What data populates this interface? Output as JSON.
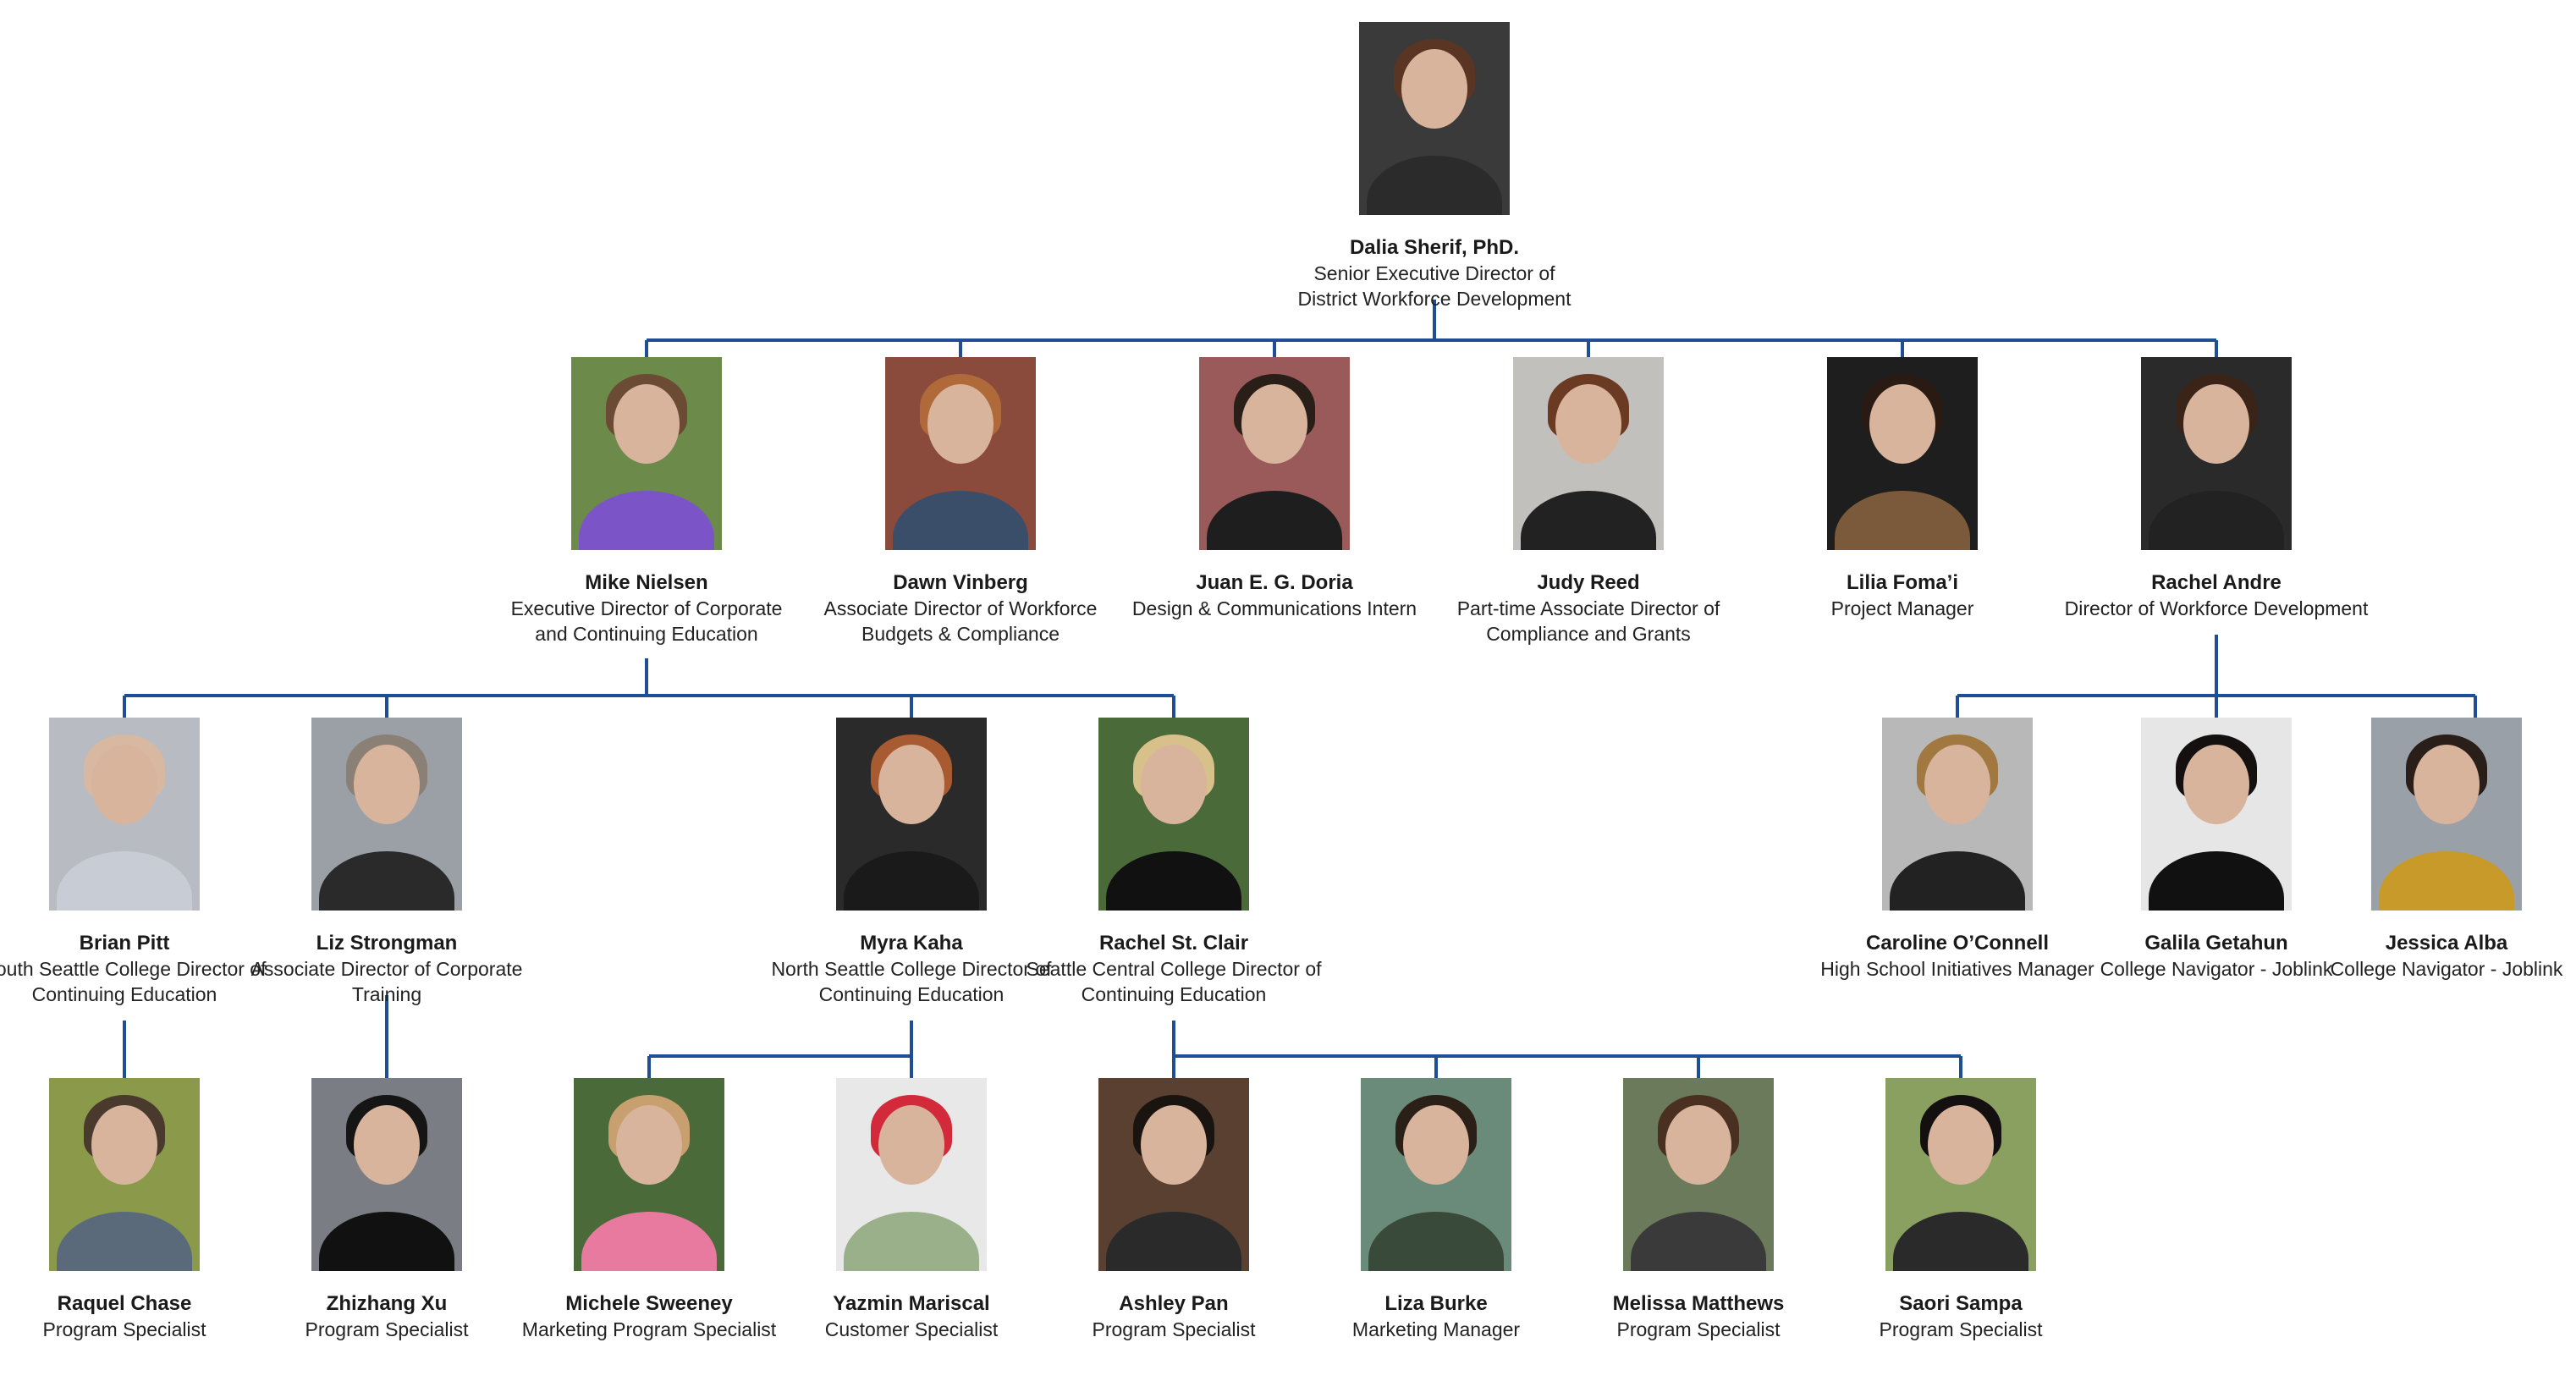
{
  "colors": {
    "connector": "#1f4e96",
    "text": "#1a1a1a"
  },
  "people": {
    "dalia": {
      "name": "Dalia Sherif, PhD.",
      "title": "Senior Executive Director of District Workforce Development",
      "bg": "#3a3a3a",
      "hair": "#5a3524",
      "shirt": "#2b2b2b"
    },
    "mike": {
      "name": "Mike Nielsen",
      "title": "Executive Director of Corporate and Continuing Education",
      "bg": "#6c8a4a",
      "hair": "#6b4b33",
      "shirt": "#7b54c8"
    },
    "dawn": {
      "name": "Dawn Vinberg",
      "title": "Associate Director of Workforce Budgets & Compliance",
      "bg": "#8a4a3c",
      "hair": "#b06a3a",
      "shirt": "#3a4e6a"
    },
    "juan": {
      "name": "Juan E. G. Doria",
      "title": "Design & Communications Intern",
      "bg": "#9a5a5a",
      "hair": "#2a1e18",
      "shirt": "#1e1e1e"
    },
    "judy": {
      "name": "Judy Reed",
      "title": "Part-time Associate Director of Compliance and Grants",
      "bg": "#c2c0bc",
      "hair": "#6a3a22",
      "shirt": "#222222"
    },
    "lilia": {
      "name": "Lilia Foma’i",
      "title": "Project Manager",
      "bg": "#1e1e1e",
      "hair": "#2a1a14",
      "shirt": "#7a5a3a"
    },
    "rachela": {
      "name": "Rachel Andre",
      "title": "Director of Workforce Development",
      "bg": "#2a2a2a",
      "hair": "#3a2418",
      "shirt": "#222222"
    },
    "brian": {
      "name": "Brian Pitt",
      "title": "South Seattle College Director of Continuing Education",
      "bg": "#b8bcc2",
      "hair": "#d8b8a0",
      "shirt": "#c8ccd4"
    },
    "liz": {
      "name": "Liz Strongman",
      "title": "Associate Director of Corporate Training",
      "bg": "#9aa0a6",
      "hair": "#8a8076",
      "shirt": "#2a2a2a"
    },
    "myra": {
      "name": "Myra Kaha",
      "title": "North Seattle College Director of Continuing Education",
      "bg": "#2a2a2a",
      "hair": "#a85a30",
      "shirt": "#1a1a1a"
    },
    "rachels": {
      "name": "Rachel St. Clair",
      "title": "Seattle Central College Director of Continuing Education",
      "bg": "#4a6a3a",
      "hair": "#d8c08a",
      "shirt": "#111111"
    },
    "caroline": {
      "name": "Caroline O’Connell",
      "title": "High School Initiatives Manager",
      "bg": "#b8b8b8",
      "hair": "#a07840",
      "shirt": "#222222"
    },
    "galila": {
      "name": "Galila Getahun",
      "title": "College Navigator - Joblink",
      "bg": "#e6e6e6",
      "hair": "#141010",
      "shirt": "#111111"
    },
    "jessica": {
      "name": "Jessica Alba",
      "title": "College Navigator - Joblink",
      "bg": "#9aa0a8",
      "hair": "#2a1e18",
      "shirt": "#c89a2a"
    },
    "raquel": {
      "name": "Raquel Chase",
      "title": "Program Specialist",
      "bg": "#8a9a4a",
      "hair": "#4a3a2e",
      "shirt": "#5a6a7a"
    },
    "zhizhang": {
      "name": "Zhizhang Xu",
      "title": "Program Specialist",
      "bg": "#7a7e84",
      "hair": "#151515",
      "shirt": "#111111"
    },
    "michele": {
      "name": "Michele Sweeney",
      "title": "Marketing Program Specialist",
      "bg": "#4a6a3a",
      "hair": "#c8a070",
      "shirt": "#e87aa0"
    },
    "yazmin": {
      "name": "Yazmin Mariscal",
      "title": "Customer Specialist",
      "bg": "#e8e8e8",
      "hair": "#d22a3a",
      "shirt": "#9ab08a"
    },
    "ashley": {
      "name": "Ashley Pan",
      "title": "Program Specialist",
      "bg": "#5a4030",
      "hair": "#1a1410",
      "shirt": "#2a2a2a"
    },
    "liza": {
      "name": "Liza Burke",
      "title": "Marketing Manager",
      "bg": "#6a8a7a",
      "hair": "#2a2018",
      "shirt": "#3a4a3a"
    },
    "melissa": {
      "name": "Melissa Matthews",
      "title": "Program Specialist",
      "bg": "#6a7a5a",
      "hair": "#4a3020",
      "shirt": "#3a3a3a"
    },
    "saori": {
      "name": "Saori Sampa",
      "title": "Program Specialist",
      "bg": "#8aa060",
      "hair": "#151010",
      "shirt": "#2a2a2a"
    }
  }
}
